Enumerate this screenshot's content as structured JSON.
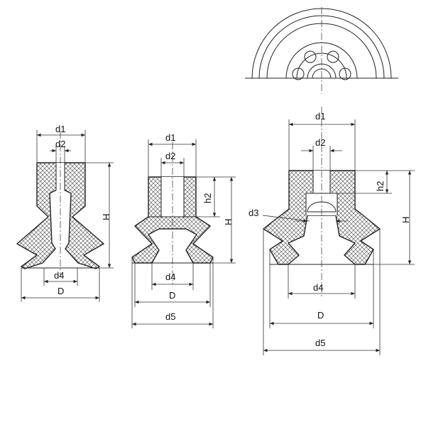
{
  "labels": {
    "d1": "d1",
    "d2": "d2",
    "d3": "d3",
    "d4": "d4",
    "d5": "d5",
    "D": "D",
    "H": "H",
    "h2": "h2"
  }
}
